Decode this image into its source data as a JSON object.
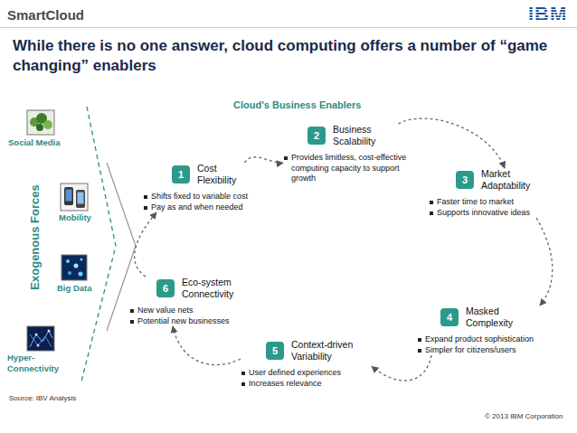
{
  "diagram": {
    "title": "While there is no one answer, cloud computing offers a number of “game changing” enablers",
    "nodes": [
      {
        "text": [
          "1",
          "Cost Flexibility",
          "Shifts fixed to variable cost",
          "Pay as and when needed"
        ]
      },
      {
        "text": [
          "2",
          "Business Scalability",
          "Provides limitless, cost-effective computing capacity to support growth"
        ]
      },
      {
        "text": [
          "3",
          "Market Adaptability",
          "Faster time to market",
          "Supports innovative ideas"
        ]
      },
      {
        "text": [
          "4",
          "Masked Complexity",
          "Expand product sophistication",
          "Simpler for citizens/users"
        ]
      },
      {
        "text": [
          "5",
          "Context-driven Variability",
          "User defined experiences",
          "Increases relevance"
        ]
      },
      {
        "text": [
          "6",
          "Eco-system Connectivity",
          "New value nets",
          "Potential new businesses"
        ]
      }
    ],
    "edges": [
      {
        "from": 0,
        "to": 1,
        "arrow": "to"
      },
      {
        "from": 1,
        "to": 2,
        "arrow": "to"
      },
      {
        "from": 2,
        "to": 3,
        "arrow": "to"
      },
      {
        "from": 3,
        "to": 4,
        "arrow": "to"
      },
      {
        "from": 4,
        "to": 5,
        "arrow": "to"
      },
      {
        "from": 5,
        "to": 0,
        "arrow": "to"
      }
    ],
    "labels": [
      "SmartCloud",
      "IBM",
      "Cloud's Business Enablers",
      "Exogenous Forces",
      "Social Media",
      "Mobility",
      "Big Data",
      "Hyper-Connectivity",
      "Source: IBV Analysis",
      "© 2013 IBM Corporation"
    ]
  }
}
